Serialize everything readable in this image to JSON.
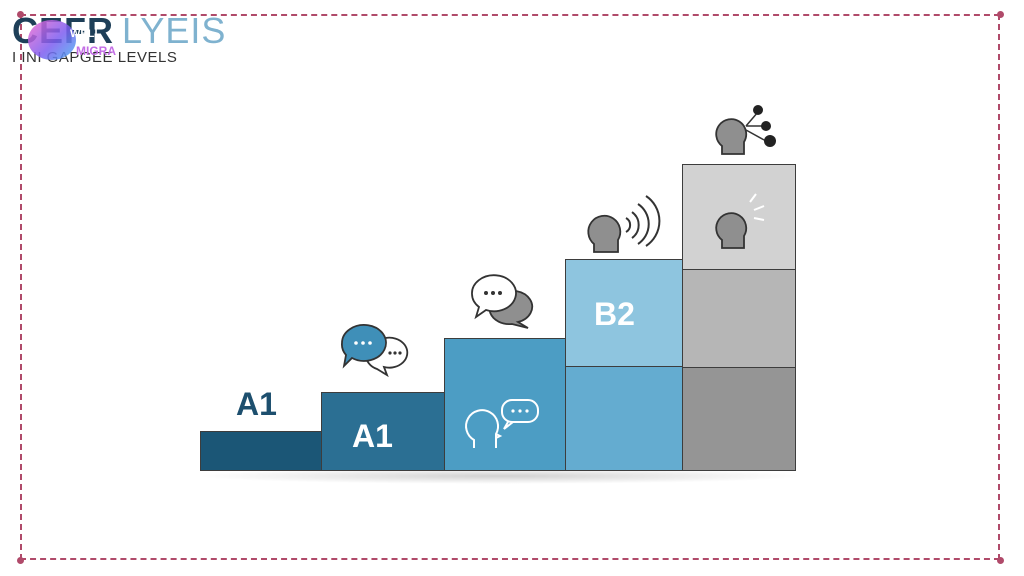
{
  "header": {
    "title_part1": "CEFR",
    "title_part2": "LYEIS",
    "subtitle": "I INI GAPGEE LEVELS",
    "logo_text": "WELL",
    "logo_sub": "MIGRA"
  },
  "steps": [
    {
      "label": "A1",
      "color": "#1b5676"
    },
    {
      "label": "A1",
      "color": "#2b6f93"
    },
    {
      "label": "",
      "color": "#4c9dc4"
    },
    {
      "label": "B2",
      "colors": [
        "#8ec5df",
        "#64acd0"
      ]
    },
    {
      "label": "",
      "colors": [
        "#d2d2d2",
        "#b6b6b6",
        "#959595"
      ]
    }
  ],
  "colors": {
    "frame": "#b04a6a",
    "bubble_dark": "#3f8fb8",
    "icon_gray": "#8f8f8f",
    "icon_dark": "#333333"
  },
  "icons": [
    "speech-bubbles-icon",
    "chat-bubbles-icon",
    "person-speaking-icon",
    "person-broadcast-icon",
    "person-idea-icon",
    "person-network-icon"
  ]
}
